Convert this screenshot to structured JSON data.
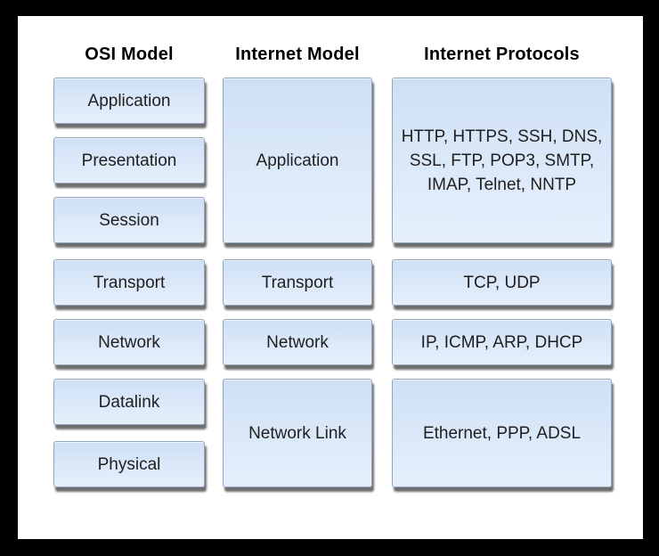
{
  "headers": {
    "osi": "OSI Model",
    "internet_model": "Internet Model",
    "internet_protocols": "Internet Protocols"
  },
  "columns": {
    "osi": {
      "layers": [
        "Application",
        "Presentation",
        "Session",
        "Transport",
        "Network",
        "Datalink",
        "Physical"
      ]
    },
    "internet_model": {
      "layers": [
        "Application",
        "Transport",
        "Network",
        "Network Link"
      ]
    },
    "internet_protocols": {
      "application_lines": [
        "HTTP, HTTPS, SSH, DNS,",
        "SSL, FTP, POP3, SMTP,",
        "IMAP, Telnet, NNTP"
      ],
      "transport": "TCP, UDP",
      "network": "IP, ICMP, ARP, DHCP",
      "network_link": "Ethernet, PPP, ADSL"
    }
  },
  "colors": {
    "fill_top": "#cfe0f4",
    "fill_bottom": "#e6f0fc",
    "box_border": "#93a5ba",
    "shadow": "rgba(85,85,85,0.85)",
    "text": "#1f1f1f",
    "header_text": "#000000",
    "frame": "#000000",
    "canvas_bg": "#ffffff"
  }
}
